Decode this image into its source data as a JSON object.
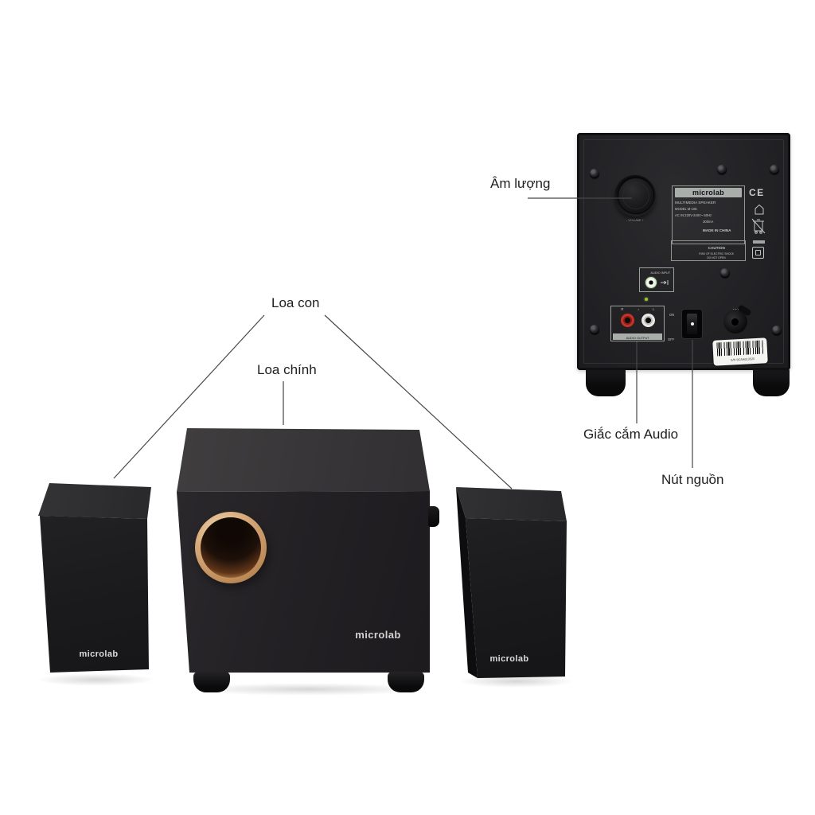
{
  "annotations": {
    "volume": "Âm lượng",
    "satellite_speakers": "Loa con",
    "main_speaker": "Loa chính",
    "audio_jack": "Giắc cắm Audio",
    "power_button": "Nút nguồn"
  },
  "rear_panel": {
    "volume_knob_label": "VOLUME",
    "volume_minus": "-",
    "volume_plus": "+",
    "spec_label": {
      "brand": "microlab",
      "product": "MULTIMEDIA SPEAKER",
      "model": "MODEL M-105",
      "power": "AC IN:220V-240V~ 50Hz",
      "current": "300mA",
      "origin": "MADE IN CHINA"
    },
    "caution_label": {
      "title": "CAUTION",
      "line1": "RISK OF ELECTRIC SHOCK",
      "line2": "DO NOT OPEN"
    },
    "ce_mark": "CE",
    "audio_input_label": "AUDIO INPUT",
    "rca": {
      "right": "R",
      "left": "L",
      "note_icon": "♪",
      "label": "AUDIO OUTPUT"
    },
    "power_switch": {
      "on": "ON",
      "off": "OFF"
    },
    "ac_in_label": "AC IN",
    "serial_number": "S/N 9CAA613520"
  },
  "front_view": {
    "subwoofer_logo": "microlab",
    "left_satellite_logo": "microlab",
    "right_satellite_logo": "microlab"
  },
  "colors": {
    "accent_gold": "#d8ab7c",
    "rca_red": "#c43227",
    "input_jack_green": "#cdeabc",
    "led_green": "#9cbf33"
  }
}
